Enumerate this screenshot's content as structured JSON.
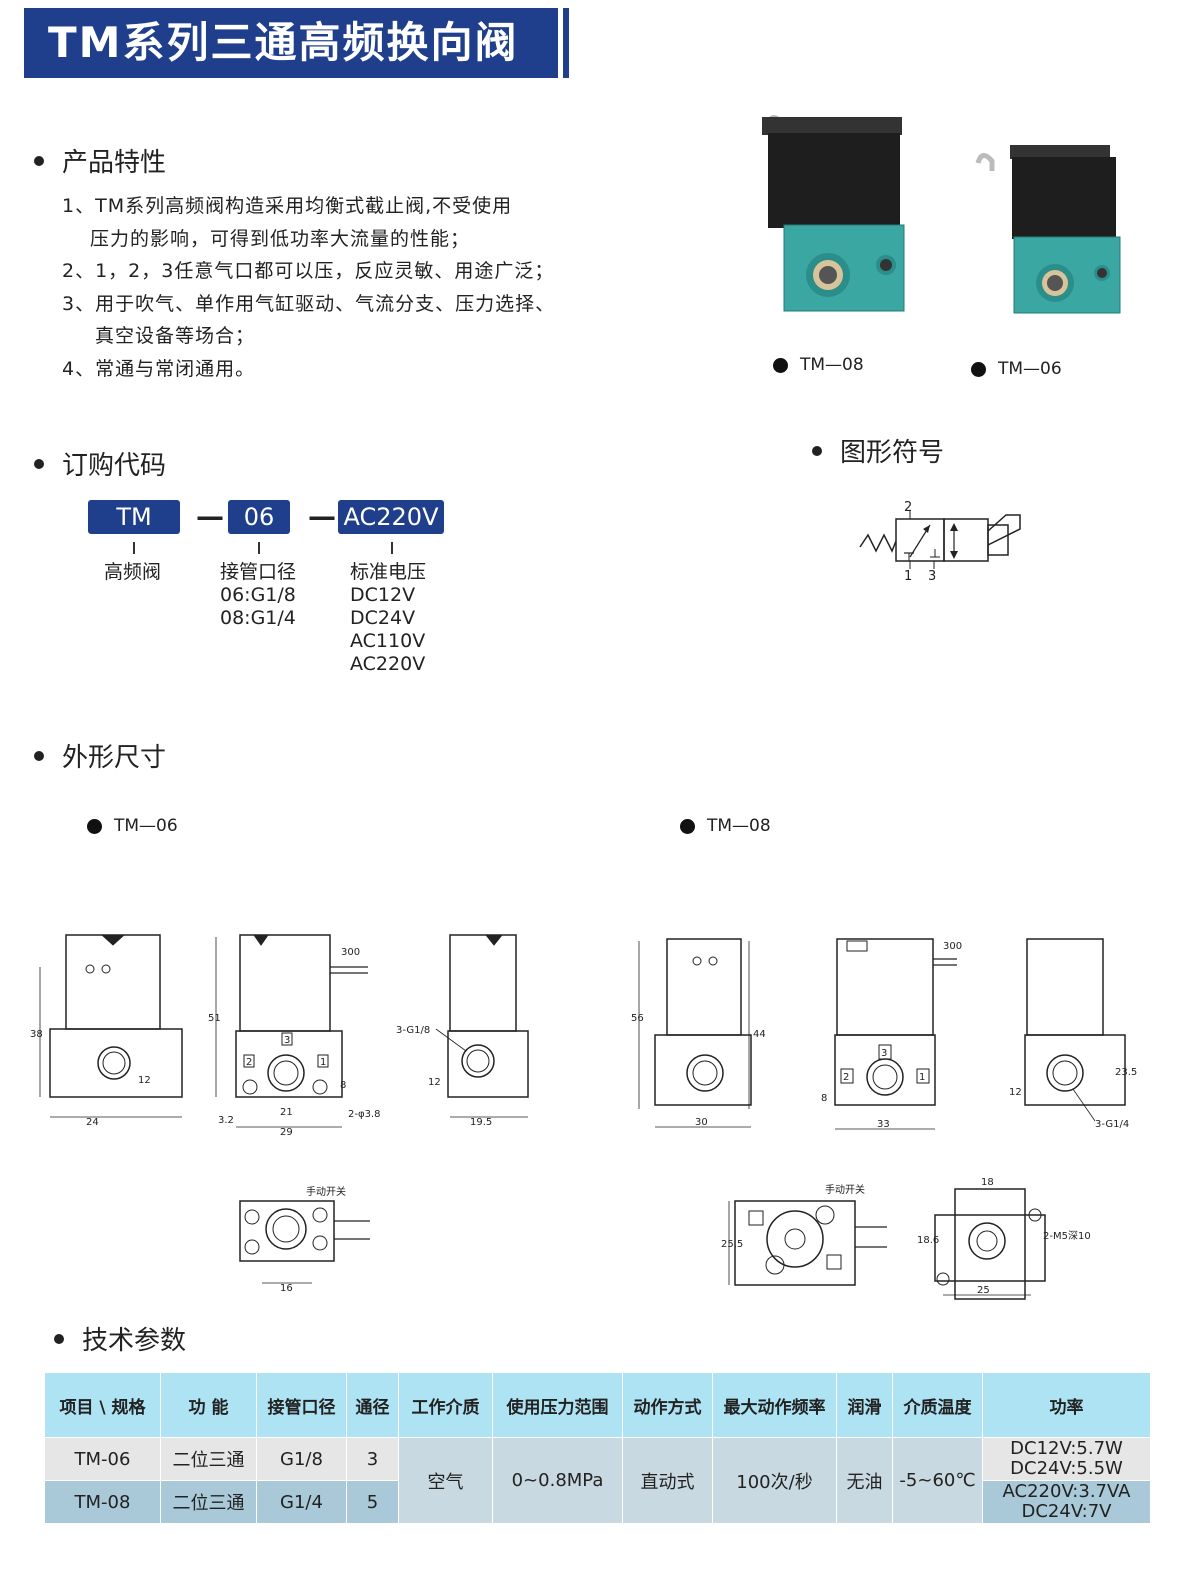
{
  "header": {
    "title": "TM系列三通高频换向阀"
  },
  "features": {
    "heading": "产品特性",
    "lines": [
      "1、TM系列高频阀构造采用均衡式截止阀,不受使用",
      "压力的影响，可得到低功率大流量的性能；",
      "2、1，2，3任意气口都可以压，反应灵敏、用途广泛；",
      "3、用于吹气、单作用气缸驱动、气流分支、压力选择、",
      "真空设备等场合；",
      "4、常通与常闭通用。"
    ]
  },
  "photos": {
    "captions": [
      "TM—08",
      "TM—06"
    ]
  },
  "symbol": {
    "heading": "图形符号",
    "port_top": "2",
    "port_bottom_left": "1",
    "port_bottom_right": "3"
  },
  "ordering": {
    "heading": "订购代码",
    "codes": [
      "TM",
      "06",
      "AC220V"
    ],
    "dash": "—",
    "desc1": {
      "title": "高频阀"
    },
    "desc2": {
      "title": "接管口径",
      "items": [
        "06:G1/8",
        "08:G1/4"
      ]
    },
    "desc3": {
      "title": "标准电压",
      "items": [
        "DC12V",
        "DC24V",
        "AC110V",
        "AC220V"
      ]
    }
  },
  "dimensions": {
    "heading": "外形尺寸",
    "captions": [
      "TM—06",
      "TM—08"
    ],
    "tm06": {
      "dims": [
        "38",
        "12",
        "24",
        "51",
        "300",
        "3",
        "2",
        "1",
        "8",
        "21",
        "29",
        "3.2",
        "2-φ3.8",
        "3-G1/8",
        "12",
        "19.5",
        "手动开关",
        "16"
      ]
    },
    "tm08": {
      "dims": [
        "56",
        "44",
        "30",
        "300",
        "3",
        "2",
        "1",
        "8",
        "33",
        "23.5",
        "12",
        "3-G1/4",
        "手动开关",
        "25.5",
        "18",
        "18.6",
        "2-M5深10",
        "25"
      ]
    }
  },
  "tech": {
    "heading": "技术参数",
    "headers": [
      "项目 \\ 规格",
      "功 能",
      "接管口径",
      "通径",
      "工作介质",
      "使用压力范围",
      "动作方式",
      "最大动作频率",
      "润滑",
      "介质温度",
      "功率"
    ],
    "rows": [
      {
        "model": "TM-06",
        "function": "二位三通",
        "port": "G1/8",
        "bore": "3",
        "power": [
          "DC12V:5.7W",
          "DC24V:5.5W"
        ]
      },
      {
        "model": "TM-08",
        "function": "二位三通",
        "port": "G1/4",
        "bore": "5",
        "power": [
          "AC220V:3.7VA",
          "DC24V:7V"
        ]
      }
    ],
    "shared": {
      "medium": "空气",
      "pressure": "0~0.8MPa",
      "action": "直动式",
      "frequency": "100次/秒",
      "lube": "无油",
      "temp": "-5~60℃"
    }
  },
  "colors": {
    "brand_blue": "#1f3f8c",
    "table_header": "#aee3f3",
    "valve_body": "#3aa7a3"
  }
}
